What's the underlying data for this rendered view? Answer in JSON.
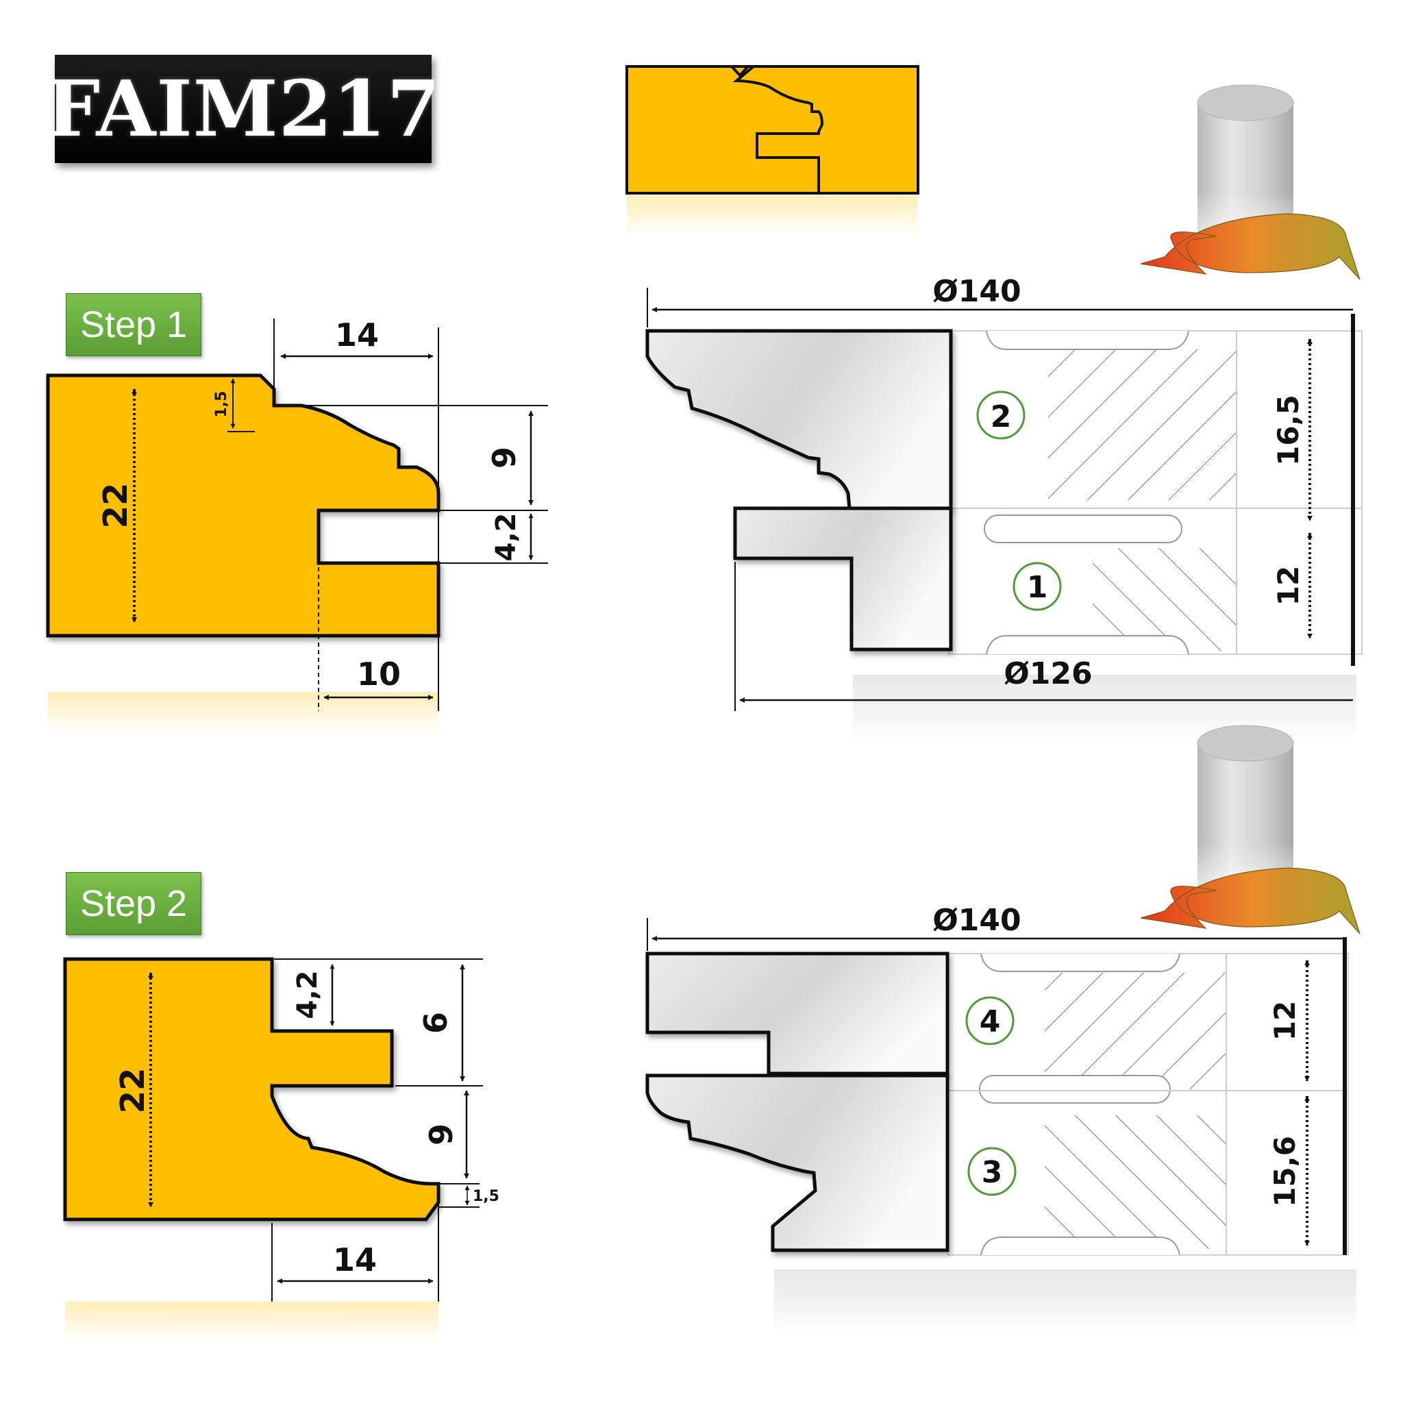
{
  "title": "FAIM217",
  "steps": {
    "step1": "Step 1",
    "step2": "Step 2"
  },
  "step1_profile": {
    "width": "14",
    "height": "22",
    "chamfer": "1,5",
    "profile_depth": "9",
    "groove": "4,2",
    "groove_depth": "10"
  },
  "step2_profile": {
    "width": "14",
    "height": "22",
    "tongue": "4,2",
    "tongue_zone": "6",
    "profile_depth": "9",
    "chamfer": "1,5"
  },
  "cutter_top": {
    "outer_diameter": "Ø140",
    "inner_diameter": "Ø126",
    "knife_upper": "2",
    "knife_lower": "1",
    "upper_height": "16,5",
    "lower_height": "12"
  },
  "cutter_bottom": {
    "outer_diameter": "Ø140",
    "knife_upper": "4",
    "knife_lower": "3",
    "upper_height": "12",
    "lower_height": "15,6"
  },
  "colors": {
    "wood": "#FFBF00",
    "badge": "#6AAF40",
    "knife_number_ring": "#4E9A3A",
    "rotation_arrow_start": "#E2361A",
    "rotation_arrow_end": "#A9A12E"
  }
}
